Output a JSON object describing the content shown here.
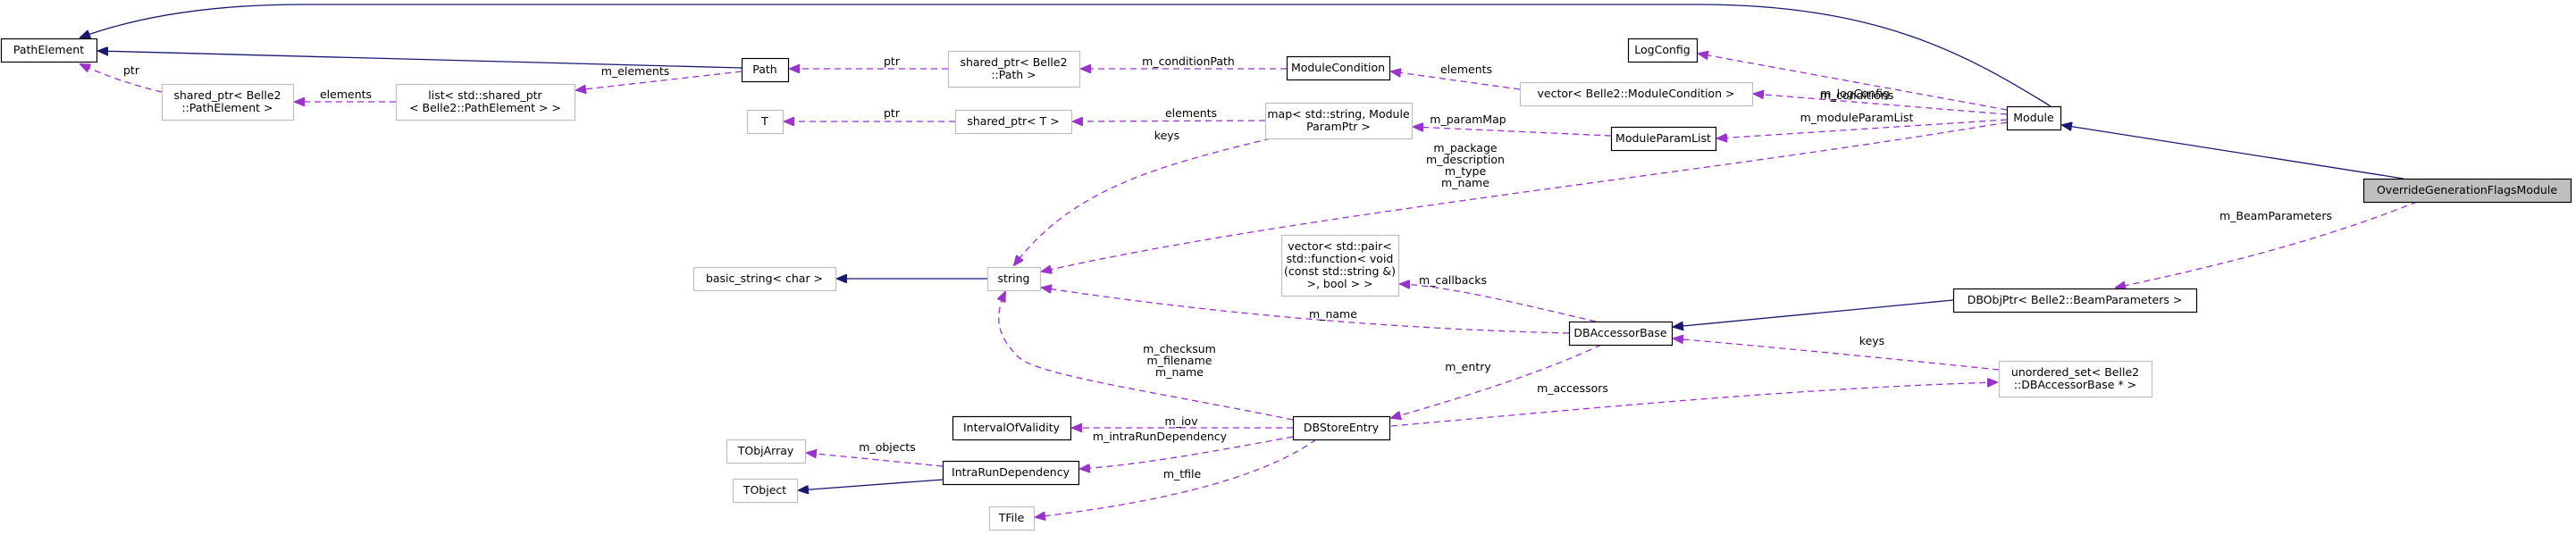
{
  "diagram": {
    "type": "collaboration-graph",
    "colors": {
      "inheritance_edge": "#191970",
      "usage_edge": "#9a32cd",
      "focus_node_fill": "#bfbfbf",
      "documented_border": "#000000",
      "undocumented_border": "#bfbfbf"
    },
    "nodes": {
      "PathElement": {
        "lines": [
          "PathElement"
        ],
        "style": "strong"
      },
      "shared_ptr_pathelement": {
        "lines": [
          "shared_ptr< Belle2",
          "::PathElement >"
        ],
        "style": "weak"
      },
      "list_shared_ptr": {
        "lines": [
          "list< std::shared_ptr",
          "< Belle2::PathElement > >"
        ],
        "style": "weak"
      },
      "Path": {
        "lines": [
          "Path"
        ],
        "style": "strong"
      },
      "shared_ptr_path": {
        "lines": [
          "shared_ptr< Belle2",
          "::Path >"
        ],
        "style": "weak"
      },
      "ModuleCondition": {
        "lines": [
          "ModuleCondition"
        ],
        "style": "strong"
      },
      "T": {
        "lines": [
          "T"
        ],
        "style": "weak"
      },
      "shared_ptr_T": {
        "lines": [
          "shared_ptr< T >"
        ],
        "style": "weak"
      },
      "map_param": {
        "lines": [
          "map< std::string, Module",
          "ParamPtr >"
        ],
        "style": "weak"
      },
      "LogConfig": {
        "lines": [
          "LogConfig"
        ],
        "style": "strong"
      },
      "vector_modcond": {
        "lines": [
          "vector< Belle2::ModuleCondition >"
        ],
        "style": "weak"
      },
      "ModuleParamList": {
        "lines": [
          "ModuleParamList"
        ],
        "style": "strong"
      },
      "Module": {
        "lines": [
          "Module"
        ],
        "style": "strong"
      },
      "OverrideGenerationFlagsModule": {
        "lines": [
          "OverrideGenerationFlagsModule"
        ],
        "style": "focus"
      },
      "basic_string": {
        "lines": [
          "basic_string< char >"
        ],
        "style": "weak"
      },
      "string": {
        "lines": [
          "string"
        ],
        "style": "weak"
      },
      "vector_callbacks": {
        "lines": [
          "vector< std::pair<",
          "std::function< void",
          "(const std::string &)",
          ">, bool > >"
        ],
        "style": "weak"
      },
      "DBAccessorBase": {
        "lines": [
          "DBAccessorBase"
        ],
        "style": "strong"
      },
      "DBObjPtr": {
        "lines": [
          "DBObjPtr< Belle2::BeamParameters >"
        ],
        "style": "strong"
      },
      "unordered_set": {
        "lines": [
          "unordered_set< Belle2",
          "::DBAccessorBase * >"
        ],
        "style": "weak"
      },
      "IntervalOfValidity": {
        "lines": [
          "IntervalOfValidity"
        ],
        "style": "strong"
      },
      "DBStoreEntry": {
        "lines": [
          "DBStoreEntry"
        ],
        "style": "strong"
      },
      "TObjArray": {
        "lines": [
          "TObjArray"
        ],
        "style": "weak"
      },
      "IntraRunDependency": {
        "lines": [
          "IntraRunDependency"
        ],
        "style": "strong"
      },
      "TObject": {
        "lines": [
          "TObject"
        ],
        "style": "weak"
      },
      "TFile": {
        "lines": [
          "TFile"
        ],
        "style": "weak"
      }
    },
    "edges": [
      {
        "id": "e1",
        "from": "Module",
        "to": "PathElement",
        "kind": "inherit",
        "label": []
      },
      {
        "id": "e2",
        "from": "Path",
        "to": "PathElement",
        "kind": "inherit",
        "label": []
      },
      {
        "id": "e3",
        "from": "shared_ptr_pathelement",
        "to": "PathElement",
        "kind": "use",
        "label": [
          "ptr"
        ]
      },
      {
        "id": "e4",
        "from": "list_shared_ptr",
        "to": "shared_ptr_pathelement",
        "kind": "use",
        "label": [
          "elements"
        ]
      },
      {
        "id": "e5",
        "from": "Path",
        "to": "list_shared_ptr",
        "kind": "use",
        "label": [
          "m_elements"
        ]
      },
      {
        "id": "e6",
        "from": "shared_ptr_path",
        "to": "Path",
        "kind": "use",
        "label": [
          "ptr"
        ]
      },
      {
        "id": "e7",
        "from": "ModuleCondition",
        "to": "shared_ptr_path",
        "kind": "use",
        "label": [
          "m_conditionPath"
        ]
      },
      {
        "id": "e8",
        "from": "shared_ptr_T",
        "to": "T",
        "kind": "use",
        "label": [
          "ptr"
        ]
      },
      {
        "id": "e9",
        "from": "map_param",
        "to": "shared_ptr_T",
        "kind": "use",
        "label": [
          "elements"
        ]
      },
      {
        "id": "e10",
        "from": "map_param",
        "to": "string",
        "kind": "use",
        "label": [
          "keys"
        ]
      },
      {
        "id": "e11",
        "from": "vector_modcond",
        "to": "ModuleCondition",
        "kind": "use",
        "label": [
          "elements"
        ]
      },
      {
        "id": "e12",
        "from": "ModuleParamList",
        "to": "map_param",
        "kind": "use",
        "label": [
          "m_paramMap"
        ]
      },
      {
        "id": "e13",
        "from": "Module",
        "to": "LogConfig",
        "kind": "use",
        "label": [
          "m_logConfig"
        ]
      },
      {
        "id": "e14",
        "from": "Module",
        "to": "vector_modcond",
        "kind": "use",
        "label": [
          "m_conditions"
        ]
      },
      {
        "id": "e15",
        "from": "Module",
        "to": "ModuleParamList",
        "kind": "use",
        "label": [
          "m_moduleParamList"
        ]
      },
      {
        "id": "e16",
        "from": "Module",
        "to": "string",
        "kind": "use",
        "label": [
          "m_package",
          "m_description",
          "m_type",
          "m_name"
        ]
      },
      {
        "id": "e17",
        "from": "OverrideGenerationFlagsModule",
        "to": "Module",
        "kind": "inherit",
        "label": []
      },
      {
        "id": "e18",
        "from": "OverrideGenerationFlagsModule",
        "to": "DBObjPtr",
        "kind": "use",
        "label": [
          "m_BeamParameters"
        ]
      },
      {
        "id": "e19",
        "from": "string",
        "to": "basic_string",
        "kind": "inherit",
        "label": []
      },
      {
        "id": "e20",
        "from": "DBAccessorBase",
        "to": "vector_callbacks",
        "kind": "use",
        "label": [
          "m_callbacks"
        ]
      },
      {
        "id": "e21",
        "from": "DBAccessorBase",
        "to": "string",
        "kind": "use",
        "label": [
          "m_name"
        ]
      },
      {
        "id": "e22",
        "from": "DBObjPtr",
        "to": "DBAccessorBase",
        "kind": "inherit",
        "label": []
      },
      {
        "id": "e23",
        "from": "unordered_set",
        "to": "DBAccessorBase",
        "kind": "use",
        "label": [
          "keys"
        ]
      },
      {
        "id": "e24",
        "from": "DBAccessorBase",
        "to": "DBStoreEntry",
        "kind": "use",
        "label": [
          "m_entry"
        ]
      },
      {
        "id": "e25",
        "from": "DBStoreEntry",
        "to": "unordered_set",
        "kind": "use",
        "label": [
          "m_accessors"
        ]
      },
      {
        "id": "e26",
        "from": "DBStoreEntry",
        "to": "string",
        "kind": "use",
        "label": [
          "m_checksum",
          "m_filename",
          "m_name"
        ]
      },
      {
        "id": "e27",
        "from": "DBStoreEntry",
        "to": "IntervalOfValidity",
        "kind": "use",
        "label": [
          "m_iov"
        ]
      },
      {
        "id": "e28",
        "from": "DBStoreEntry",
        "to": "IntraRunDependency",
        "kind": "use",
        "label": [
          "m_intraRunDependency"
        ]
      },
      {
        "id": "e29",
        "from": "IntraRunDependency",
        "to": "TObjArray",
        "kind": "use",
        "label": [
          "m_objects"
        ]
      },
      {
        "id": "e30",
        "from": "IntraRunDependency",
        "to": "TObject",
        "kind": "inherit",
        "label": []
      },
      {
        "id": "e31",
        "from": "DBStoreEntry",
        "to": "TFile",
        "kind": "use",
        "label": [
          "m_tfile"
        ]
      }
    ]
  }
}
